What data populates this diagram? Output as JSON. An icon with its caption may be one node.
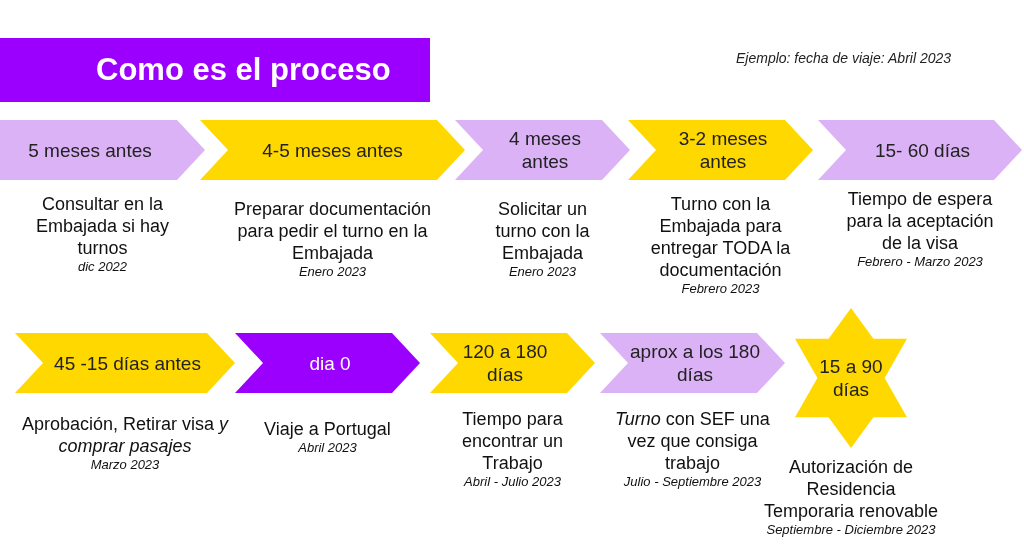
{
  "diagram": {
    "title": "Como es el proceso",
    "nodes": [
      {
        "text": [
          "5 meses antes"
        ],
        "beside": [
          "Consultar en la Embajada si hay turnos",
          "dic 2022"
        ]
      },
      {
        "text": [
          "4-5 meses antes"
        ],
        "beside": [
          "Preparar documentación para pedir el turno en la Embajada",
          "Enero 2023"
        ]
      },
      {
        "text": [
          "4 meses antes"
        ],
        "beside": [
          "Solicitar un turno con la Embajada",
          "Enero 2023"
        ]
      },
      {
        "text": [
          "3-2 meses antes"
        ],
        "beside": [
          "Turno con la Embajada para entregar TODA la documentación",
          "Febrero 2023"
        ]
      },
      {
        "text": [
          "15- 60 días"
        ],
        "beside": [
          "Tiempo de espera para la aceptación de la visa",
          "Febrero - Marzo 2023"
        ]
      },
      {
        "text": [
          "45 -15 días antes"
        ],
        "beside": [
          "Aprobación, Retirar visa *y comprar pasajes*",
          "Marzo 2023"
        ]
      },
      {
        "text": [
          "dia 0"
        ],
        "beside": [
          "Viaje a Portugal",
          "Abril 2023"
        ]
      },
      {
        "text": [
          "120 a 180 días"
        ],
        "beside": [
          "Tiempo para encontrar un Trabajo",
          "Abril - Julio 2023"
        ]
      },
      {
        "text": [
          "aprox a los 180 días"
        ],
        "beside": [
          "*Turno* con SEF una vez que consiga trabajo",
          "Julio - Septiembre 2023"
        ]
      },
      {
        "text": [
          "15 a 90 días"
        ],
        "beside": [
          "Autorización de Residencia Temporaria renovable",
          "Septiembre - Diciembre 2023"
        ]
      }
    ],
    "labels": [
      "Ejemplo: fecha de viaje: Abril 2023"
    ]
  }
}
